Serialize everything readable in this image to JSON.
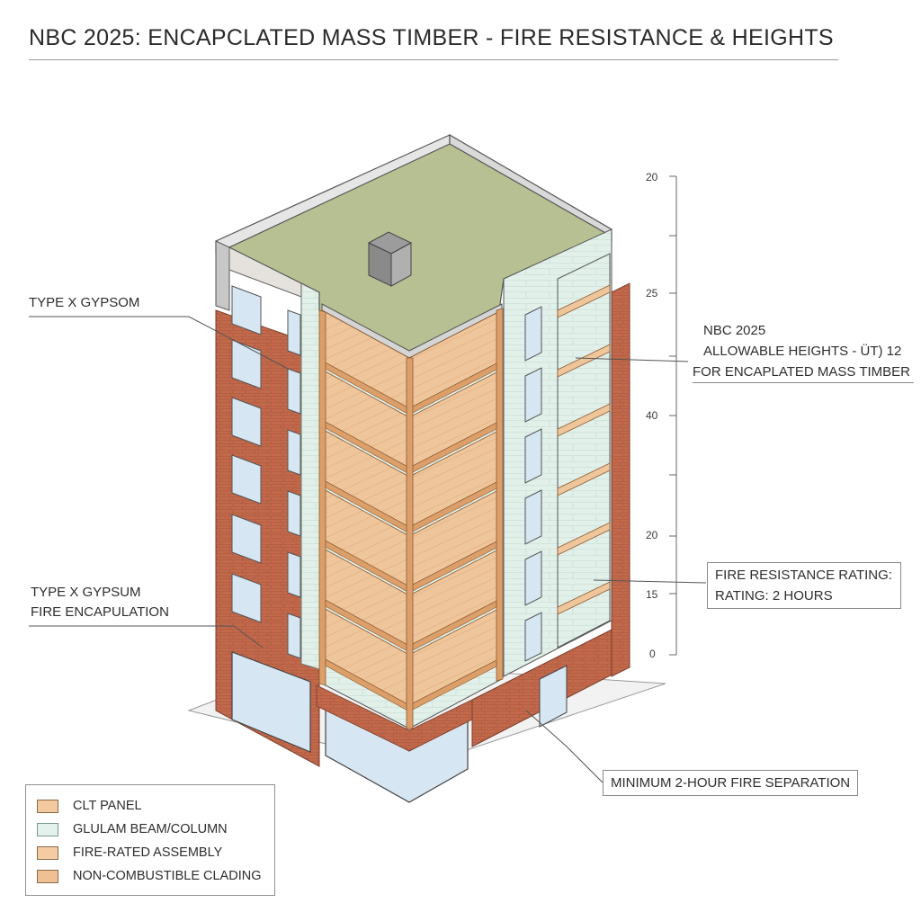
{
  "title": "NBC 2025: ENCAPCLATED MASS TIMBER - FIRE RESISTANCE & HEIGHTS",
  "labels": {
    "type_x_gypsom": "TYPE X GYPSOM",
    "type_x_gypsum_line1": "TYPE X GYPSUM",
    "type_x_gypsum_line2": "FIRE ENCAPULATION",
    "min_separation": "MINIMUM 2-HOUR FIRE SEPARATION"
  },
  "height_callout": {
    "line1": "NBC 2025",
    "line2": "ALLOWABLE HEIGHTS - ÜT) 12",
    "line3": "FOR ENCAPLATED MASS TIMBER"
  },
  "fire_callout": {
    "line1": "FIRE RESISTANCE RATING:",
    "line2": "RATING: 2 HOURS"
  },
  "scale_ticks": [
    "20",
    "25",
    "40",
    "20",
    "15",
    "0"
  ],
  "legend": [
    {
      "label": "CLT PANEL",
      "color": "#f3c9a0"
    },
    {
      "label": "GLULAM BEAM/COLUMN",
      "color": "#e3f2ec"
    },
    {
      "label": "FIRE-RATED ASSEMBLY",
      "color": "#f4cba3"
    },
    {
      "label": "NON-COMBUSTIBLE CLADING",
      "color": "#efc094"
    }
  ],
  "colors": {
    "brick": "#c2694c",
    "brick_dark": "#a9553c",
    "timber": "#efc59b",
    "timber_beam": "#dd9f6a",
    "gypsum": "#e2f0ea",
    "roof": "#b7c093",
    "glass": "#d6e6f2",
    "parapet": "#e6e6e6"
  }
}
